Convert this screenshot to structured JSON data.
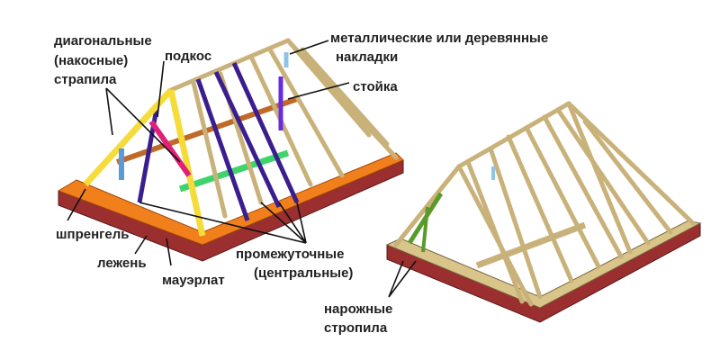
{
  "labels": {
    "diagonal_1": "диагональные",
    "diagonal_2": "(накосные)",
    "diagonal_3": "страпила",
    "podkos": "подкос",
    "overlays_1": "металлические или деревянные",
    "overlays_2": "накладки",
    "stoyka": "стойка",
    "shprengel": "шпренгель",
    "lezhen": "лежень",
    "mauerlat": "мауэрлат",
    "intermediate_1": "промежуточные",
    "intermediate_2": "(центральные)",
    "corner_1": "нарожные",
    "corner_2": "стропила"
  },
  "colors": {
    "brick": "#9b2f2f",
    "mauerlat": "#f07f1c",
    "wood": "#c9b27a",
    "diagonal_rafter": "#f5dc3a",
    "intermediate_rafter": "#3b1e8e",
    "podkos": "#e0217a",
    "lezhen": "#3fd46a",
    "stoyka": "#5a9ad8",
    "overlay": "#6a2be0",
    "corner_rafter": "#5a9a2a"
  }
}
